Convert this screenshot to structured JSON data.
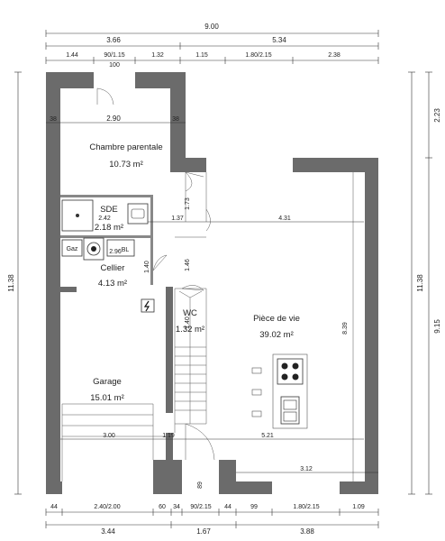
{
  "dimensions": {
    "top_total": "9.00",
    "top_left": "3.66",
    "top_right": "5.34",
    "top_segments": [
      "1.44",
      "90/1.15",
      "1.32",
      "1.15",
      "1.80/2.15",
      "2.38"
    ],
    "top_door_sub": "100",
    "left_total": "11.38",
    "right_total": "11.38",
    "right_upper": "2.23",
    "right_lower": "9.15",
    "bottom_segments": [
      "44",
      "2.40/2.00",
      "60",
      "34",
      "90/2.15",
      "44",
      "99",
      "1.80/2.15",
      "1.09"
    ],
    "bottom_totals": [
      "3.44",
      "1.67",
      "3.88"
    ],
    "interior": {
      "chambre_wall_left": "38",
      "chambre_width": "2.90",
      "chambre_wall_right": "38",
      "sde_width": "1.37",
      "living_width": "4.31",
      "stair_height": "1.73",
      "cellier_h1": "1.40",
      "cellier_h2": "1.46",
      "living_height": "8.39",
      "wc_depth": "1.40",
      "hall_depth": "1.19",
      "living_lower": "5.21",
      "garage_width": "3.00",
      "kitchen_bottom": "3.12",
      "stair_bottom": "89"
    }
  },
  "rooms": {
    "chambre": {
      "name": "Chambre parentale",
      "area": "10.73 m²"
    },
    "sde": {
      "name": "SDE",
      "area": "2.18 m²",
      "sub": "2.42"
    },
    "cellier": {
      "name": "Cellier",
      "area": "4.13 m²",
      "sub": "2.96"
    },
    "wc": {
      "name": "WC",
      "area": "1.32 m²"
    },
    "piece_de_vie": {
      "name": "Pièce de vie",
      "area": "39.02 m²"
    },
    "garage": {
      "name": "Garage",
      "area": "15.01 m²"
    }
  },
  "labels": {
    "gaz": "Gaz",
    "bl": "BL"
  },
  "icons": [
    "electric-panel-icon",
    "boiler-icon",
    "cooktop-icon",
    "sink-icon",
    "shower-icon",
    "washbasin-icon"
  ]
}
